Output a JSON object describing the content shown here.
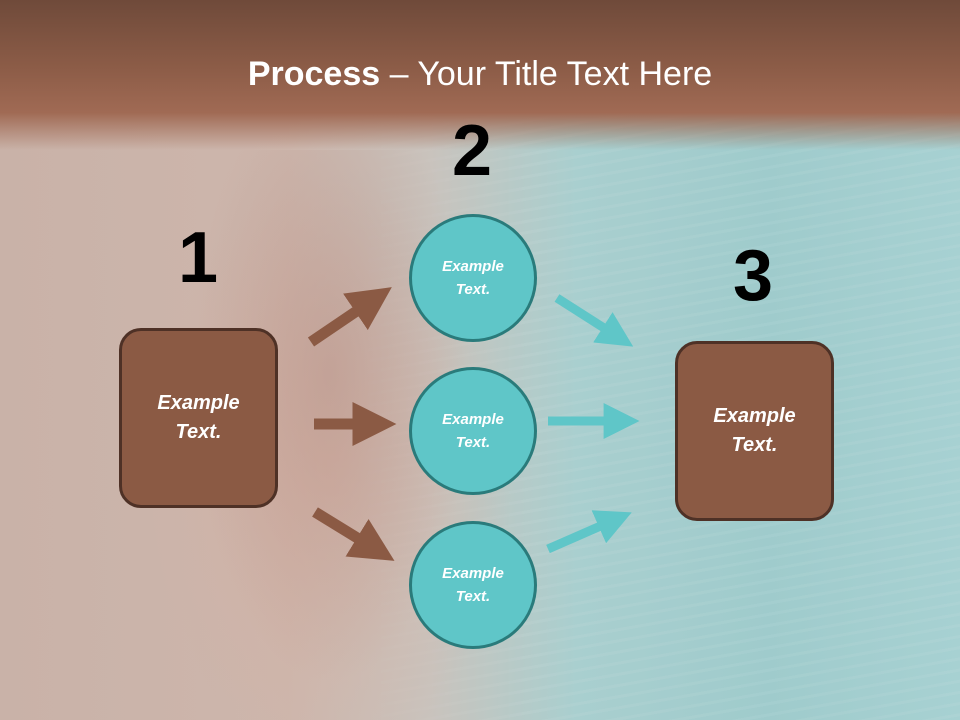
{
  "slide": {
    "title_bold": "Process",
    "title_rest": " – Your Title Text Here",
    "steps": [
      {
        "number": "1",
        "label": "Example\nText."
      },
      {
        "number": "2",
        "labels": [
          "Example\nText.",
          "Example\nText.",
          "Example\nText."
        ]
      },
      {
        "number": "3",
        "label": "Example\nText."
      }
    ]
  },
  "colors": {
    "header_brown": "#8c5c47",
    "box_brown": "#8b5a44",
    "circle_teal": "#5fc6c8",
    "arrow_brown": "#8b5a44",
    "arrow_teal": "#5fc6c8"
  }
}
